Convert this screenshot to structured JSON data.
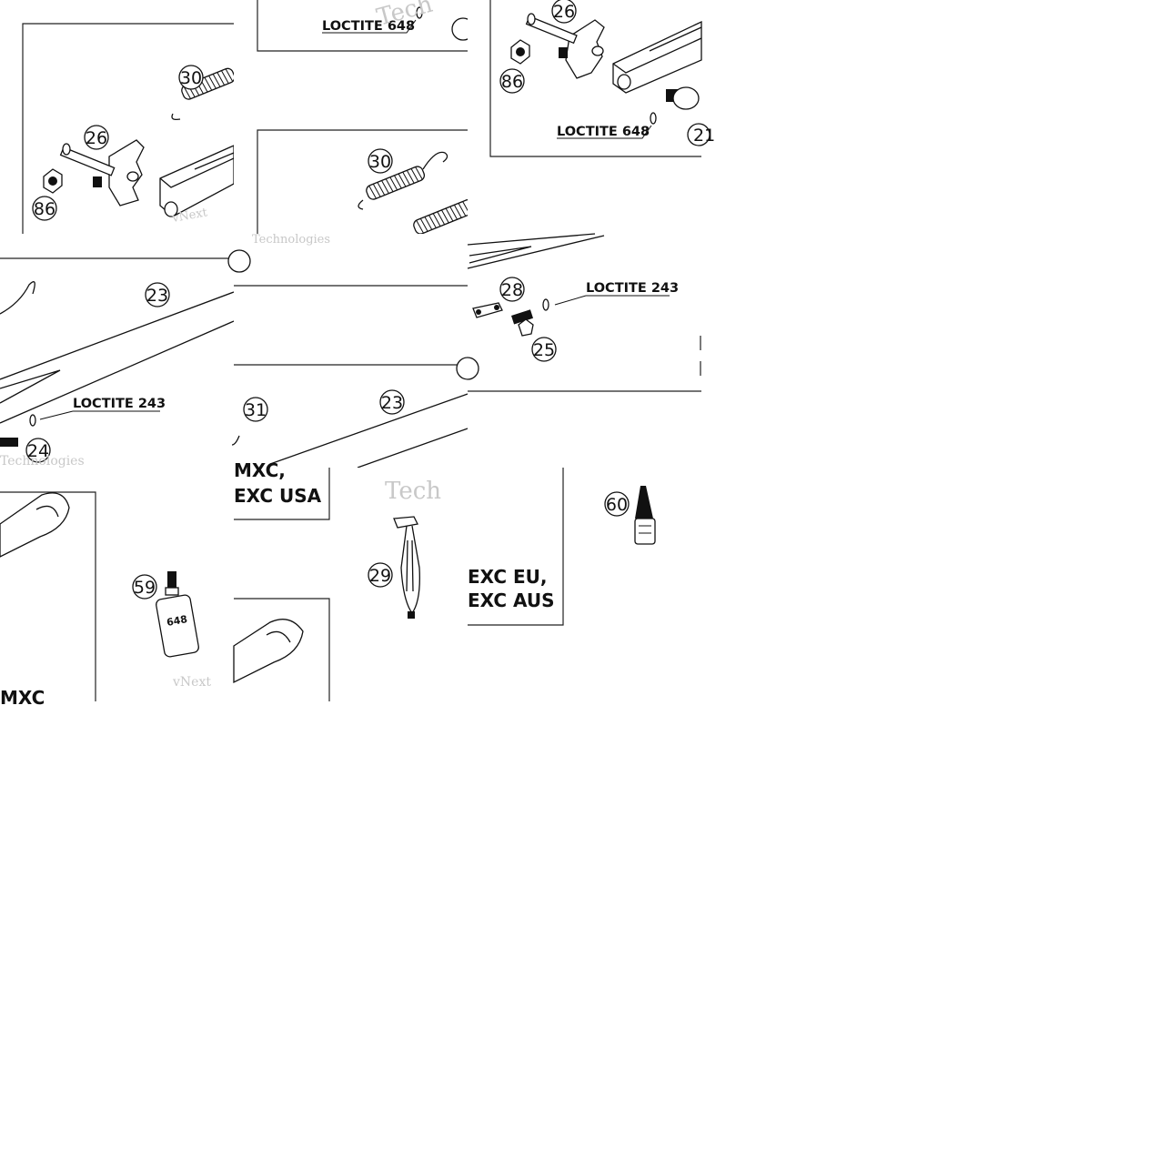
{
  "callouts": {
    "n30": "30",
    "n26": "26",
    "n86": "86",
    "n23": "23",
    "n24": "24",
    "n31": "31",
    "n28": "28",
    "n25": "25",
    "n29": "29",
    "n59": "59",
    "n60": "60",
    "n21": "21"
  },
  "notes": {
    "loctite_648": "LOCTITE 648",
    "loctite_243": "LOCTITE 243"
  },
  "models": {
    "mxc_exc_usa_line1": "MXC,",
    "mxc_exc_usa_line2": "EXC USA",
    "exc_eu_line1": "EXC EU,",
    "exc_eu_line2": "EXC AUS",
    "mxc_partial": "MXC"
  },
  "watermarks": {
    "brand_a": "Tech",
    "brand_b": "vNext",
    "brand_c": "Technologies"
  },
  "bottle_label": "648",
  "colors": {
    "ink": "#111111",
    "paper": "#ffffff",
    "watermark": "#c8c8c8"
  }
}
